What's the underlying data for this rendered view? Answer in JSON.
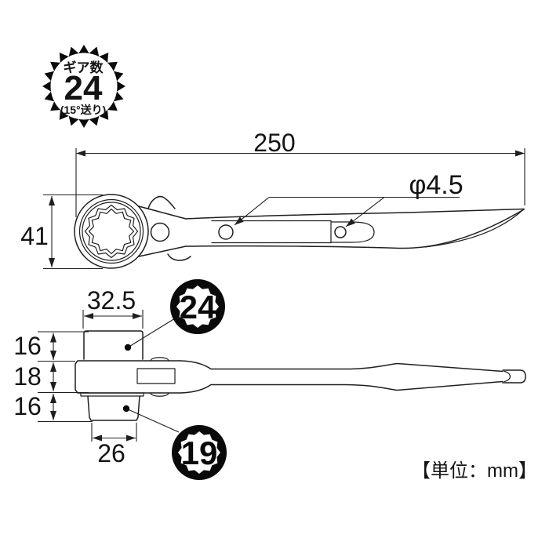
{
  "gear_badge": {
    "label_top": "ギア数",
    "value": "24",
    "label_bottom": "(15°送り)"
  },
  "top_view": {
    "dim_length": "250",
    "dim_head_height": "41",
    "hole_label": "φ4.5"
  },
  "side_view": {
    "dim_socket_top_width": "32.5",
    "dim_height_top": "16",
    "dim_height_mid": "18",
    "dim_height_bottom": "16",
    "dim_socket_bottom_width": "26"
  },
  "socket_badges": {
    "top_size": "24",
    "bottom_size": "19"
  },
  "footer": {
    "unit_note": "【単位：mm】"
  },
  "colors": {
    "line": "#1f1f1f",
    "badge_fill": "#0a0a0a"
  }
}
